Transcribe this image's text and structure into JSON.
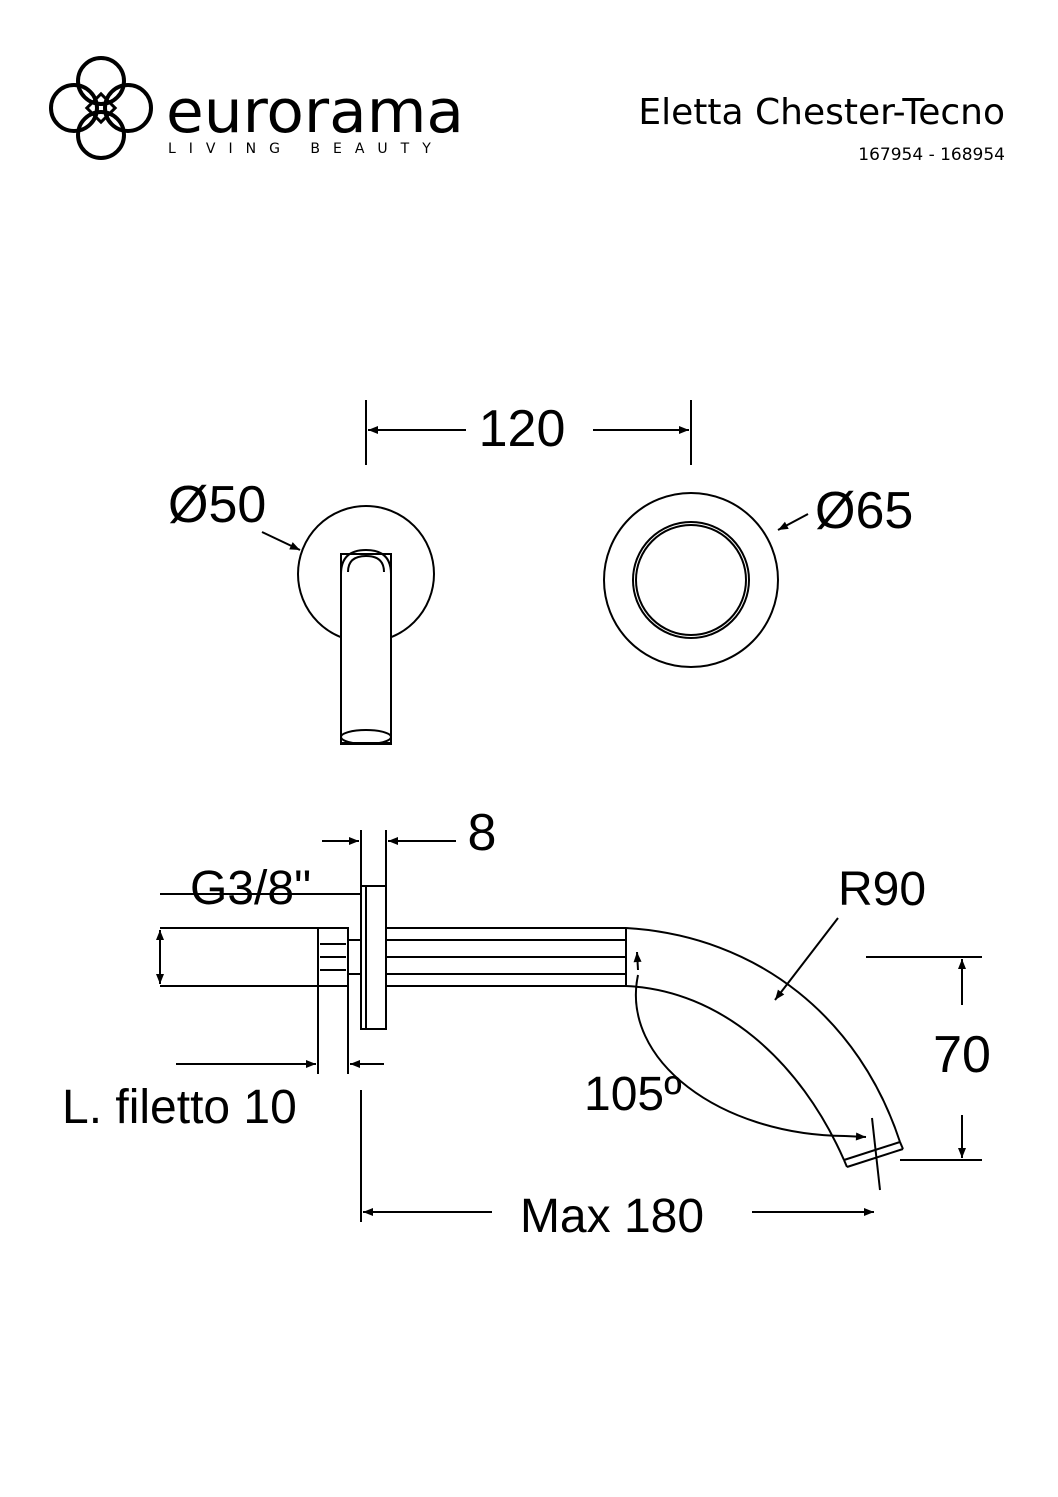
{
  "header": {
    "brand_name": "eurorama",
    "brand_tagline": "LIVING BEAUTY",
    "product_title": "Eletta Chester-Tecno",
    "product_codes": "167954 - 168954"
  },
  "front_view": {
    "centers_distance": "120",
    "spout_plate_diameter": "Ø50",
    "mixer_plate_diameter": "Ø65"
  },
  "side_view": {
    "plate_thickness": "8",
    "thread_size": "G3/8\"",
    "thread_length": "L. filetto 10",
    "bend_radius": "R90",
    "spout_drop": "70",
    "bend_angle": "105º",
    "max_projection": "Max 180"
  },
  "colors": {
    "ink": "#000000",
    "paper": "#ffffff"
  },
  "icons": {
    "brand_mark": "eurorama-logo-icon"
  }
}
